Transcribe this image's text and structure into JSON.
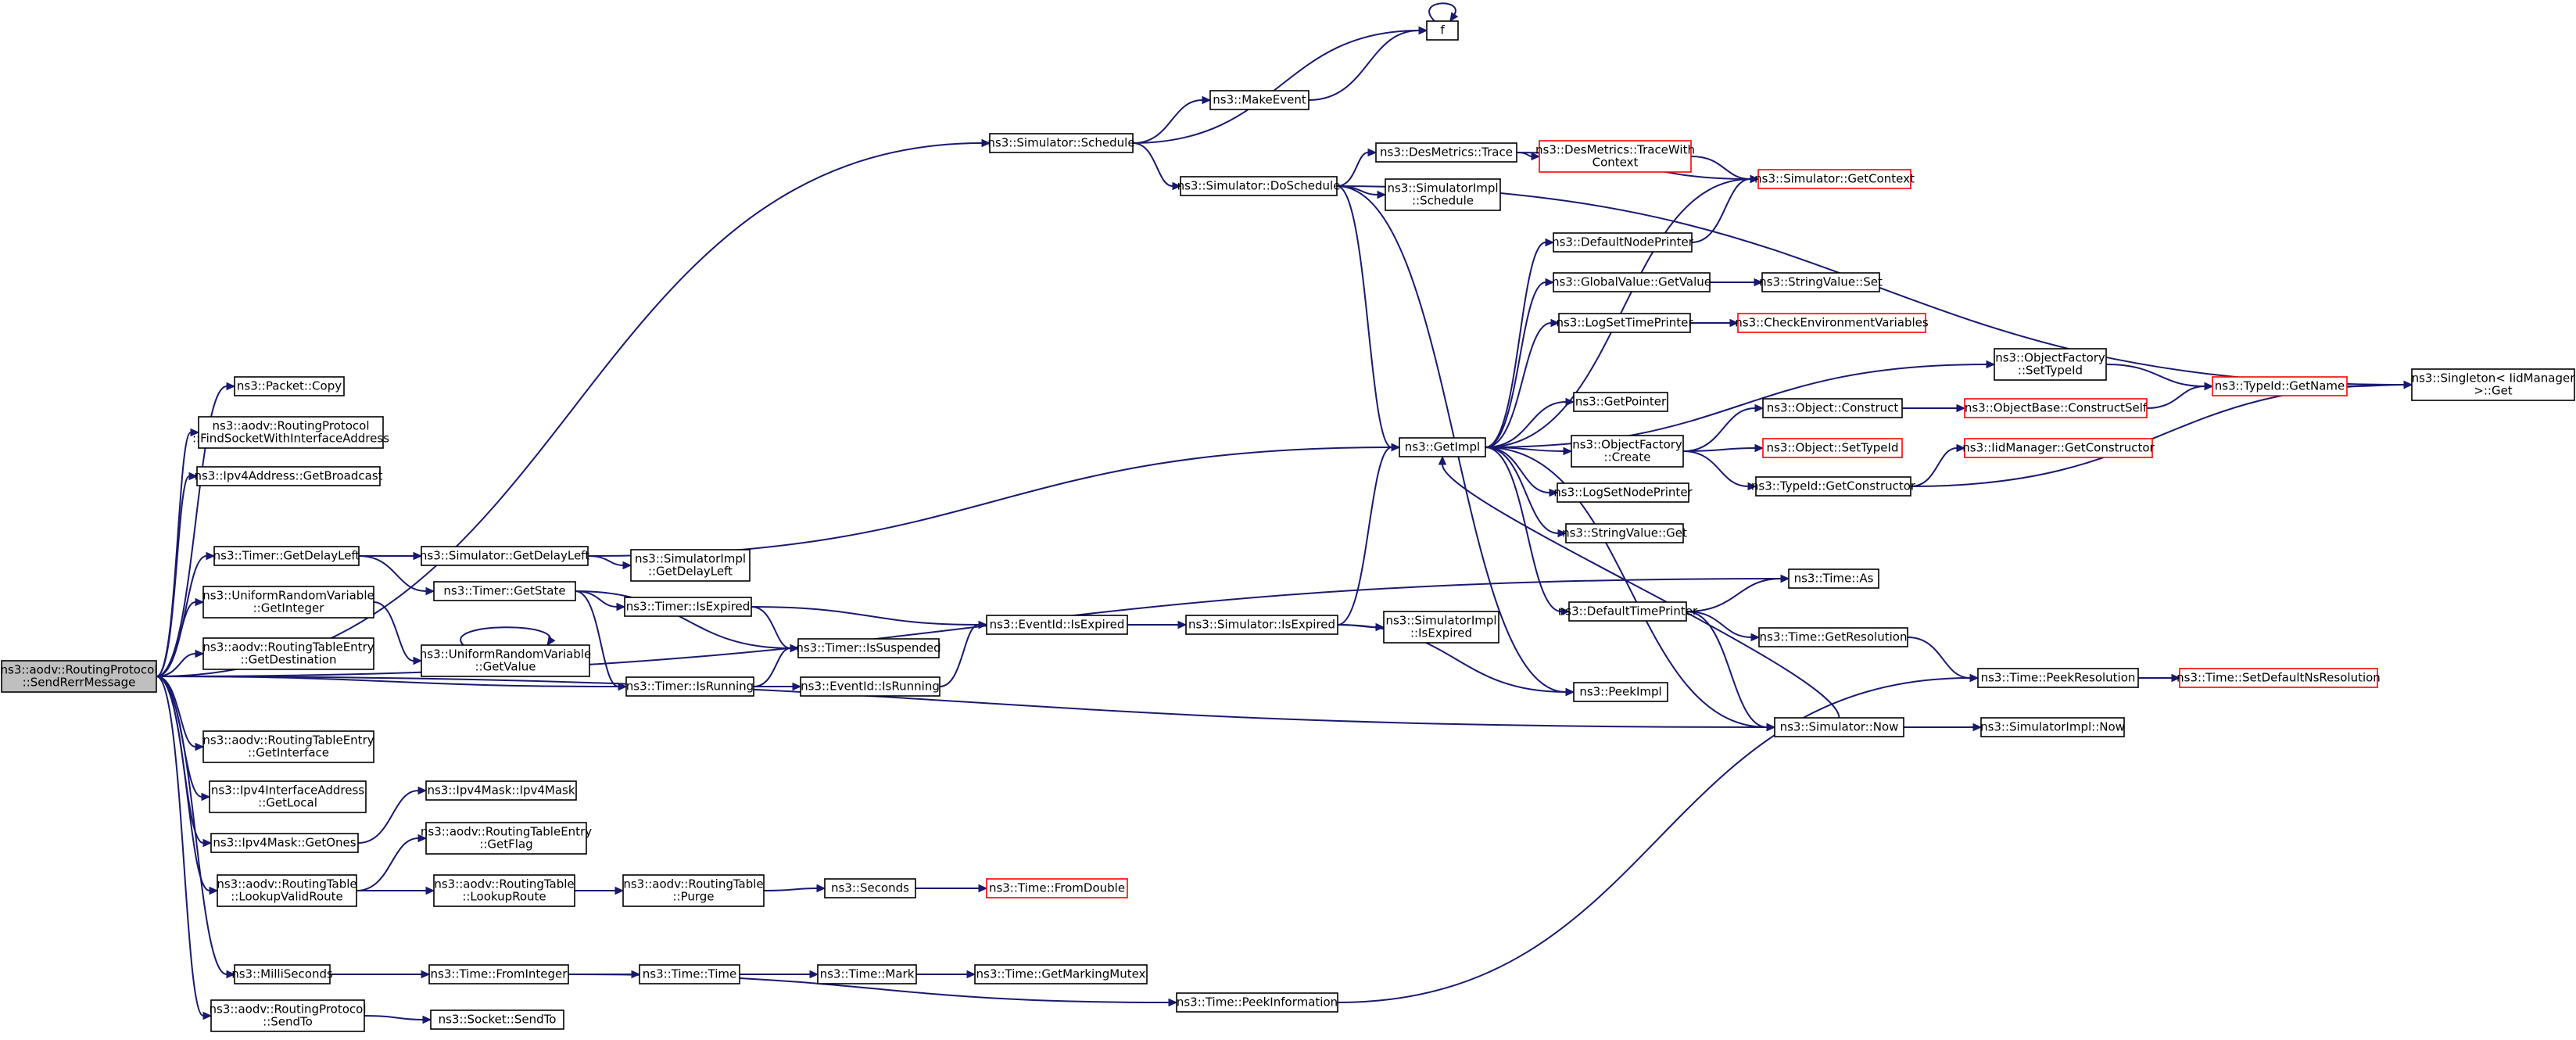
{
  "nodes": [
    {
      "id": "root",
      "lines": [
        "ns3::aodv::RoutingProtocol",
        "::SendRerrMessage"
      ],
      "style": "root"
    },
    {
      "id": "schedule",
      "lines": [
        "ns3::Simulator::Schedule"
      ]
    },
    {
      "id": "f",
      "lines": [
        "f"
      ]
    },
    {
      "id": "makeEvent",
      "lines": [
        "ns3::MakeEvent"
      ]
    },
    {
      "id": "doSchedule",
      "lines": [
        "ns3::Simulator::DoSchedule"
      ]
    },
    {
      "id": "desTrace",
      "lines": [
        "ns3::DesMetrics::Trace"
      ]
    },
    {
      "id": "desTraceWith",
      "lines": [
        "ns3::DesMetrics::TraceWith",
        "Context"
      ],
      "style": "red"
    },
    {
      "id": "simImplSchedule",
      "lines": [
        "ns3::SimulatorImpl",
        "::Schedule"
      ]
    },
    {
      "id": "getContext",
      "lines": [
        "ns3::Simulator::GetContext"
      ],
      "style": "red"
    },
    {
      "id": "defaultNodePrinter",
      "lines": [
        "ns3::DefaultNodePrinter"
      ]
    },
    {
      "id": "globalGetValue",
      "lines": [
        "ns3::GlobalValue::GetValue"
      ]
    },
    {
      "id": "stringValueSet",
      "lines": [
        "ns3::StringValue::Set"
      ]
    },
    {
      "id": "logSetTimePrinter",
      "lines": [
        "ns3::LogSetTimePrinter"
      ]
    },
    {
      "id": "checkEnv",
      "lines": [
        "ns3::CheckEnvironmentVariables"
      ],
      "style": "red"
    },
    {
      "id": "objFactorySetTypeId",
      "lines": [
        "ns3::ObjectFactory",
        "::SetTypeId"
      ]
    },
    {
      "id": "typeIdGetName",
      "lines": [
        "ns3::TypeId::GetName"
      ],
      "style": "red"
    },
    {
      "id": "singletonGet",
      "lines": [
        "ns3::Singleton< IidManager",
        ">::Get"
      ]
    },
    {
      "id": "getPointer",
      "lines": [
        "ns3::GetPointer"
      ]
    },
    {
      "id": "getImpl",
      "lines": [
        "ns3::GetImpl"
      ]
    },
    {
      "id": "objFactoryCreate",
      "lines": [
        "ns3::ObjectFactory",
        "::Create"
      ]
    },
    {
      "id": "objectConstruct",
      "lines": [
        "ns3::Object::Construct"
      ]
    },
    {
      "id": "objBaseConstructSelf",
      "lines": [
        "ns3::ObjectBase::ConstructSelf"
      ],
      "style": "red"
    },
    {
      "id": "objectSetTypeId",
      "lines": [
        "ns3::Object::SetTypeId"
      ],
      "style": "red"
    },
    {
      "id": "iidGetConstructor",
      "lines": [
        "ns3::IidManager::GetConstructor"
      ],
      "style": "red"
    },
    {
      "id": "typeIdGetConstructor",
      "lines": [
        "ns3::TypeId::GetConstructor"
      ]
    },
    {
      "id": "logSetNodePrinter",
      "lines": [
        "ns3::LogSetNodePrinter"
      ]
    },
    {
      "id": "stringValueGet",
      "lines": [
        "ns3::StringValue::Get"
      ]
    },
    {
      "id": "packetCopy",
      "lines": [
        "ns3::Packet::Copy"
      ]
    },
    {
      "id": "findSocket",
      "lines": [
        "ns3::aodv::RoutingProtocol",
        "::FindSocketWithInterfaceAddress"
      ]
    },
    {
      "id": "ipv4GetBroadcast",
      "lines": [
        "ns3::Ipv4Address::GetBroadcast"
      ]
    },
    {
      "id": "timerGetDelayLeft",
      "lines": [
        "ns3::Timer::GetDelayLeft"
      ]
    },
    {
      "id": "simGetDelayLeft",
      "lines": [
        "ns3::Simulator::GetDelayLeft"
      ]
    },
    {
      "id": "simImplGetDelayLeft",
      "lines": [
        "ns3::SimulatorImpl",
        "::GetDelayLeft"
      ]
    },
    {
      "id": "timerGetState",
      "lines": [
        "ns3::Timer::GetState"
      ]
    },
    {
      "id": "uniformGetInteger",
      "lines": [
        "ns3::UniformRandomVariable",
        "::GetInteger"
      ]
    },
    {
      "id": "uniformGetValue",
      "lines": [
        "ns3::UniformRandomVariable",
        "::GetValue"
      ]
    },
    {
      "id": "rtEntryGetDest",
      "lines": [
        "ns3::aodv::RoutingTableEntry",
        "::GetDestination"
      ]
    },
    {
      "id": "timerIsExpired",
      "lines": [
        "ns3::Timer::IsExpired"
      ]
    },
    {
      "id": "timerIsSuspended",
      "lines": [
        "ns3::Timer::IsSuspended"
      ]
    },
    {
      "id": "timerIsRunning",
      "lines": [
        "ns3::Timer::IsRunning"
      ]
    },
    {
      "id": "eventIdIsRunning",
      "lines": [
        "ns3::EventId::IsRunning"
      ]
    },
    {
      "id": "eventIdIsExpired",
      "lines": [
        "ns3::EventId::IsExpired"
      ]
    },
    {
      "id": "simIsExpired",
      "lines": [
        "ns3::Simulator::IsExpired"
      ]
    },
    {
      "id": "simImplIsExpired",
      "lines": [
        "ns3::SimulatorImpl",
        "::IsExpired"
      ]
    },
    {
      "id": "peekImpl",
      "lines": [
        "ns3::PeekImpl"
      ]
    },
    {
      "id": "defaultTimePrinter",
      "lines": [
        "ns3::DefaultTimePrinter"
      ]
    },
    {
      "id": "timeAs",
      "lines": [
        "ns3::Time::As"
      ]
    },
    {
      "id": "timeGetResolution",
      "lines": [
        "ns3::Time::GetResolution"
      ]
    },
    {
      "id": "timePeekResolution",
      "lines": [
        "ns3::Time::PeekResolution"
      ]
    },
    {
      "id": "timeSetDefaultNsRes",
      "lines": [
        "ns3::Time::SetDefaultNsResolution"
      ],
      "style": "red"
    },
    {
      "id": "simNow",
      "lines": [
        "ns3::Simulator::Now"
      ]
    },
    {
      "id": "simImplNow",
      "lines": [
        "ns3::SimulatorImpl::Now"
      ]
    },
    {
      "id": "rtEntryGetInterface",
      "lines": [
        "ns3::aodv::RoutingTableEntry",
        "::GetInterface"
      ]
    },
    {
      "id": "ipv4IfaceGetLocal",
      "lines": [
        "ns3::Ipv4InterfaceAddress",
        "::GetLocal"
      ]
    },
    {
      "id": "ipv4MaskCtor",
      "lines": [
        "ns3::Ipv4Mask::Ipv4Mask"
      ]
    },
    {
      "id": "ipv4MaskGetOnes",
      "lines": [
        "ns3::Ipv4Mask::GetOnes"
      ]
    },
    {
      "id": "rtEntryGetFlag",
      "lines": [
        "ns3::aodv::RoutingTableEntry",
        "::GetFlag"
      ]
    },
    {
      "id": "rtLookupValidRoute",
      "lines": [
        "ns3::aodv::RoutingTable",
        "::LookupValidRoute"
      ]
    },
    {
      "id": "rtLookupRoute",
      "lines": [
        "ns3::aodv::RoutingTable",
        "::LookupRoute"
      ]
    },
    {
      "id": "rtPurge",
      "lines": [
        "ns3::aodv::RoutingTable",
        "::Purge"
      ]
    },
    {
      "id": "seconds",
      "lines": [
        "ns3::Seconds"
      ]
    },
    {
      "id": "timeFromDouble",
      "lines": [
        "ns3::Time::FromDouble"
      ],
      "style": "red"
    },
    {
      "id": "milliSeconds",
      "lines": [
        "ns3::MilliSeconds"
      ]
    },
    {
      "id": "timeFromInteger",
      "lines": [
        "ns3::Time::FromInteger"
      ]
    },
    {
      "id": "timeTime",
      "lines": [
        "ns3::Time::Time"
      ]
    },
    {
      "id": "timeMark",
      "lines": [
        "ns3::Time::Mark"
      ]
    },
    {
      "id": "timeGetMarkingMutex",
      "lines": [
        "ns3::Time::GetMarkingMutex"
      ]
    },
    {
      "id": "timePeekInformation",
      "lines": [
        "ns3::Time::PeekInformation"
      ]
    },
    {
      "id": "rpSendTo",
      "lines": [
        "ns3::aodv::RoutingProtocol",
        "::SendTo"
      ]
    },
    {
      "id": "socketSendTo",
      "lines": [
        "ns3::Socket::SendTo"
      ]
    }
  ],
  "edges": [
    [
      "root",
      "schedule"
    ],
    [
      "root",
      "packetCopy"
    ],
    [
      "root",
      "findSocket"
    ],
    [
      "root",
      "ipv4GetBroadcast"
    ],
    [
      "root",
      "timerGetDelayLeft"
    ],
    [
      "root",
      "uniformGetInteger"
    ],
    [
      "root",
      "rtEntryGetDest"
    ],
    [
      "root",
      "timerIsRunning"
    ],
    [
      "root",
      "rtEntryGetInterface"
    ],
    [
      "root",
      "ipv4IfaceGetLocal"
    ],
    [
      "root",
      "ipv4MaskGetOnes"
    ],
    [
      "root",
      "rtLookupValidRoute"
    ],
    [
      "root",
      "milliSeconds"
    ],
    [
      "root",
      "rpSendTo"
    ],
    [
      "root",
      "timeAs"
    ],
    [
      "root",
      "simNow"
    ],
    [
      "schedule",
      "f"
    ],
    [
      "schedule",
      "makeEvent"
    ],
    [
      "schedule",
      "doSchedule"
    ],
    [
      "makeEvent",
      "f"
    ],
    [
      "f",
      "f"
    ],
    [
      "doSchedule",
      "desTrace"
    ],
    [
      "doSchedule",
      "simImplSchedule"
    ],
    [
      "doSchedule",
      "getImpl"
    ],
    [
      "doSchedule",
      "singletonGet"
    ],
    [
      "doSchedule",
      "peekImpl"
    ],
    [
      "desTrace",
      "desTraceWith"
    ],
    [
      "desTrace",
      "getContext"
    ],
    [
      "desTraceWith",
      "getContext"
    ],
    [
      "defaultNodePrinter",
      "getContext"
    ],
    [
      "globalGetValue",
      "stringValueSet"
    ],
    [
      "logSetTimePrinter",
      "checkEnv"
    ],
    [
      "objFactorySetTypeId",
      "typeIdGetName"
    ],
    [
      "typeIdGetName",
      "singletonGet"
    ],
    [
      "getImpl",
      "getContext"
    ],
    [
      "getImpl",
      "defaultNodePrinter"
    ],
    [
      "getImpl",
      "globalGetValue"
    ],
    [
      "getImpl",
      "logSetTimePrinter"
    ],
    [
      "getImpl",
      "objFactorySetTypeId"
    ],
    [
      "getImpl",
      "getPointer"
    ],
    [
      "getImpl",
      "objFactoryCreate"
    ],
    [
      "getImpl",
      "logSetNodePrinter"
    ],
    [
      "getImpl",
      "stringValueGet"
    ],
    [
      "getImpl",
      "defaultTimePrinter"
    ],
    [
      "getImpl",
      "simNow"
    ],
    [
      "objFactoryCreate",
      "objectConstruct"
    ],
    [
      "objFactoryCreate",
      "objectSetTypeId"
    ],
    [
      "objFactoryCreate",
      "typeIdGetConstructor"
    ],
    [
      "objectConstruct",
      "objBaseConstructSelf"
    ],
    [
      "objBaseConstructSelf",
      "typeIdGetName"
    ],
    [
      "typeIdGetConstructor",
      "iidGetConstructor"
    ],
    [
      "typeIdGetConstructor",
      "singletonGet"
    ],
    [
      "timerGetDelayLeft",
      "simGetDelayLeft"
    ],
    [
      "timerGetDelayLeft",
      "timerGetState"
    ],
    [
      "simGetDelayLeft",
      "simImplGetDelayLeft"
    ],
    [
      "simGetDelayLeft",
      "getImpl"
    ],
    [
      "timerGetState",
      "timerIsExpired"
    ],
    [
      "timerGetState",
      "timerIsSuspended"
    ],
    [
      "timerGetState",
      "timerIsRunning"
    ],
    [
      "uniformGetInteger",
      "uniformGetValue"
    ],
    [
      "uniformGetValue",
      "uniformGetValue"
    ],
    [
      "timerIsExpired",
      "eventIdIsExpired"
    ],
    [
      "timerIsExpired",
      "timerIsSuspended"
    ],
    [
      "timerIsRunning",
      "timerIsSuspended"
    ],
    [
      "timerIsRunning",
      "eventIdIsRunning"
    ],
    [
      "eventIdIsRunning",
      "eventIdIsExpired"
    ],
    [
      "eventIdIsExpired",
      "simIsExpired"
    ],
    [
      "simIsExpired",
      "getImpl"
    ],
    [
      "simIsExpired",
      "simImplIsExpired"
    ],
    [
      "simIsExpired",
      "peekImpl"
    ],
    [
      "defaultTimePrinter",
      "timeAs"
    ],
    [
      "defaultTimePrinter",
      "timeGetResolution"
    ],
    [
      "defaultTimePrinter",
      "simNow"
    ],
    [
      "timeGetResolution",
      "timePeekResolution"
    ],
    [
      "timePeekResolution",
      "timeSetDefaultNsRes"
    ],
    [
      "simNow",
      "getImpl"
    ],
    [
      "simNow",
      "simImplNow"
    ],
    [
      "ipv4MaskGetOnes",
      "ipv4MaskCtor"
    ],
    [
      "rtLookupValidRoute",
      "rtEntryGetFlag"
    ],
    [
      "rtLookupValidRoute",
      "rtLookupRoute"
    ],
    [
      "rtLookupRoute",
      "rtPurge"
    ],
    [
      "rtPurge",
      "seconds"
    ],
    [
      "seconds",
      "timeFromDouble"
    ],
    [
      "milliSeconds",
      "timeFromInteger"
    ],
    [
      "timeFromInteger",
      "timeTime"
    ],
    [
      "timeFromInteger",
      "timePeekInformation"
    ],
    [
      "timeTime",
      "timeMark"
    ],
    [
      "timeMark",
      "timeGetMarkingMutex"
    ],
    [
      "timePeekInformation",
      "timePeekResolution"
    ],
    [
      "rpSendTo",
      "socketSendTo"
    ]
  ]
}
